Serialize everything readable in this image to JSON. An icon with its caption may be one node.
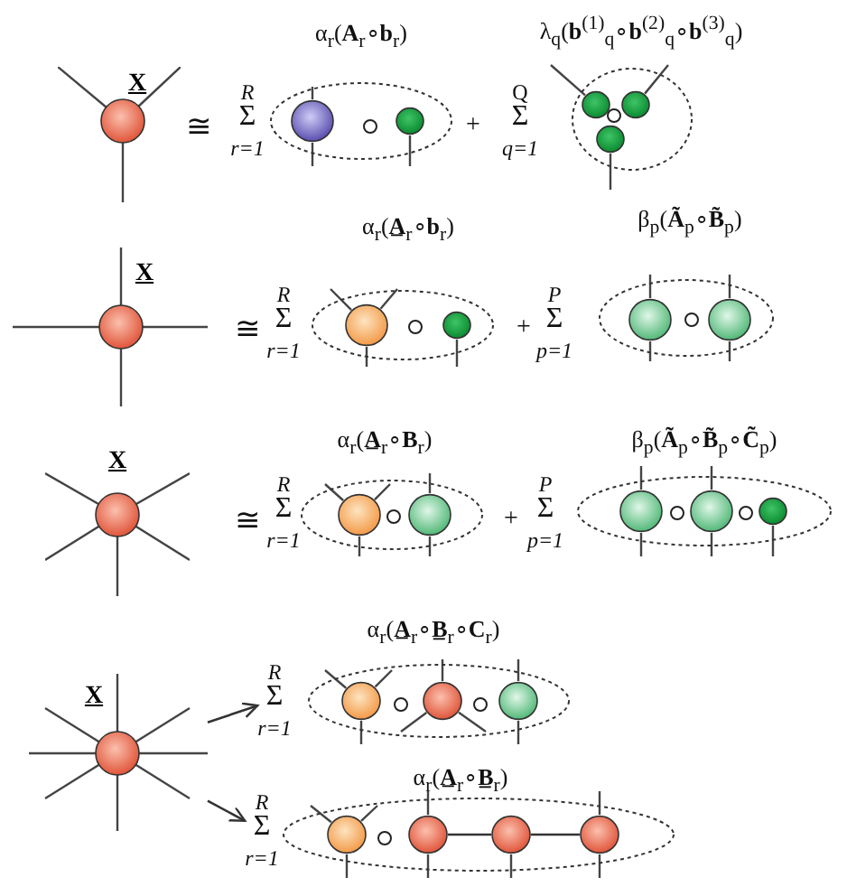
{
  "diagram": {
    "nodes": [
      {
        "text": [
          "X"
        ]
      },
      {
        "text": [
          "α$_{r}$(**A**$_{r}$∘**b**$_{r}$)"
        ]
      },
      {
        "text": [],
        "shape": "circle",
        "in": 1
      },
      {
        "text": [],
        "shape": "circle",
        "in": 1
      },
      {
        "text": [
          "λ$_{q}$(**b**$^{(1)}$$_{q}$∘**b**$^{(2)}$$_{q}$∘**b**$^{(3)}$$_{q}$)"
        ]
      },
      {
        "text": [],
        "shape": "circle",
        "in": 4
      },
      {
        "text": [],
        "shape": "circle",
        "in": 4
      },
      {
        "text": [],
        "shape": "circle",
        "in": 4
      },
      {
        "text": [
          "X"
        ]
      },
      {
        "text": [
          "α$_{r}$(**A̲**$_{r}$∘**b**$_{r}$)"
        ]
      },
      {
        "text": [],
        "shape": "circle",
        "in": 9
      },
      {
        "text": [],
        "shape": "circle",
        "in": 9
      },
      {
        "text": [
          "β$_{p}$(**Ã**$_{p}$∘**B̃**$_{p}$)"
        ]
      },
      {
        "text": [],
        "shape": "circle",
        "in": 12
      },
      {
        "text": [],
        "shape": "circle",
        "in": 12
      },
      {
        "text": [
          "X"
        ]
      },
      {
        "text": [
          "α$_{r}$(**A̲**$_{r}$∘**B**$_{r}$)"
        ]
      },
      {
        "text": [],
        "shape": "circle",
        "in": 16
      },
      {
        "text": [],
        "shape": "circle",
        "in": 16
      },
      {
        "text": [
          "β$_{p}$(**Ã**$_{p}$∘**B̃**$_{p}$∘**C̃**$_{p}$)"
        ]
      },
      {
        "text": [],
        "shape": "circle",
        "in": 19
      },
      {
        "text": [],
        "shape": "circle",
        "in": 19
      },
      {
        "text": [],
        "shape": "circle",
        "in": 19
      },
      {
        "text": [
          "X"
        ]
      },
      {
        "text": [
          "α$_{r}$(**A̲**$_{r}$∘**B̲**$_{r}$∘**C**$_{r}$)",
          "R",
          "Σ",
          "r=1"
        ]
      },
      {
        "text": [],
        "shape": "circle",
        "in": 24
      },
      {
        "text": [],
        "shape": "circle",
        "in": 24
      },
      {
        "text": [],
        "shape": "circle",
        "in": 24
      },
      {
        "text": [
          "α$_{r}$(**A̲**$_{r}$∘**B̲**$_{r}$)",
          "R",
          "Σ",
          "r=1"
        ]
      },
      {
        "text": [],
        "shape": "circle",
        "in": 28
      },
      {
        "text": [],
        "shape": "circle",
        "in": 28
      },
      {
        "text": [],
        "shape": "circle",
        "in": 28
      },
      {
        "text": [],
        "shape": "circle",
        "in": 28
      }
    ],
    "edges": [
      {
        "from": 23,
        "to": 24,
        "arrow": "to"
      },
      {
        "from": 23,
        "to": 28,
        "arrow": "to"
      },
      {
        "from": 30,
        "to": 31,
        "arrow": "none"
      },
      {
        "from": 31,
        "to": 32,
        "arrow": "none"
      }
    ],
    "labels": [
      "≅",
      "R",
      "Σ",
      "r=1",
      "+",
      "Q",
      "Σ",
      "q=1",
      "≅",
      "R",
      "Σ",
      "r=1",
      "+",
      "P",
      "Σ",
      "p=1",
      "≅",
      "R",
      "Σ",
      "r=1",
      "+",
      "P",
      "Σ",
      "p=1"
    ]
  }
}
